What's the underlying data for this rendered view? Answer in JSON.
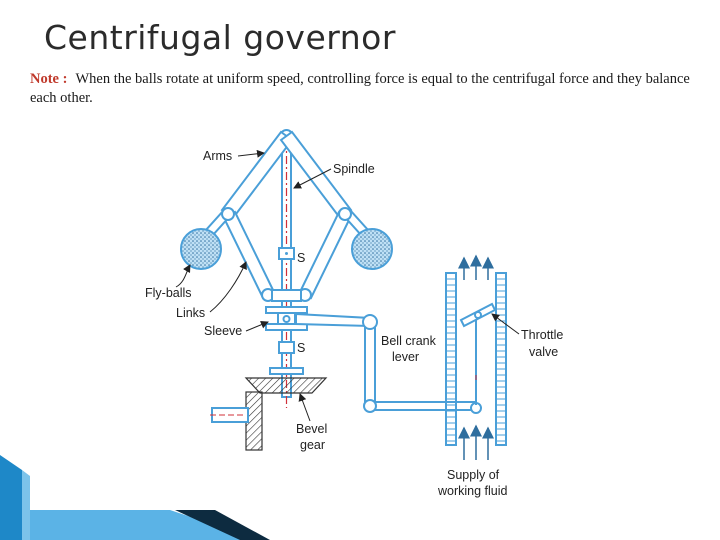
{
  "slide": {
    "title": "Centrifugal governor",
    "note_label": "Note :",
    "note_text": "When the balls rotate at uniform speed, controlling force is equal to the centrifugal force and they balance each other."
  },
  "diagram": {
    "labels": {
      "arms": "Arms",
      "spindle": "Spindle",
      "s_upper": "S",
      "s_lower": "S",
      "fly_balls": "Fly-balls",
      "links": "Links",
      "sleeve": "Sleeve",
      "bell_crank_1": "Bell crank",
      "bell_crank_2": "lever",
      "throttle_1": "Throttle",
      "throttle_2": "valve",
      "bevel_1": "Bevel",
      "bevel_2": "gear",
      "supply_1": "Supply of",
      "supply_2": "working fluid"
    },
    "colors": {
      "structure": "#4a9fd8",
      "ball_fill": "#bfe0f5",
      "accent_red": "#d0303a",
      "ink": "#222222",
      "slide_accent": "#1e88c8"
    }
  }
}
